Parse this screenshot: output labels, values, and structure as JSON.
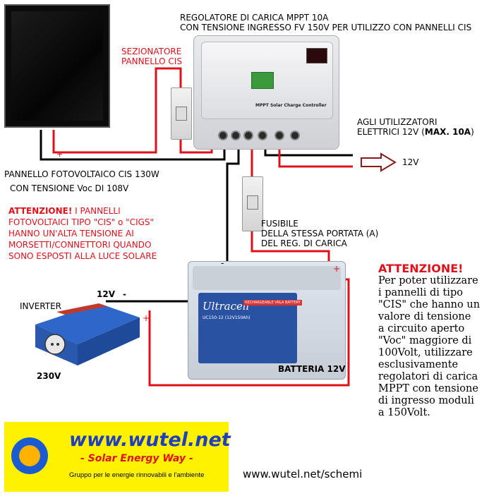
{
  "labels": {
    "controller_title_1": "REGOLATORE DI CARICA MPPT 10A",
    "controller_title_2": "CON TENSIONE INGRESSO FV 150V PER UTILIZZO CON PANNELLI CIS",
    "sezionatore_1": "SEZIONATORE",
    "sezionatore_2": "PANNELLO CIS",
    "utilizzatori_1": "AGLI UTILIZZATORI",
    "utilizzatori_2_pre": "ELETTRICI 12V (",
    "utilizzatori_2_bold": "MAX. 10A",
    "utilizzatori_2_post": ")",
    "out_voltage": "12V",
    "panel_1": "PANNELLO FOTOVOLTAICO CIS 130W",
    "panel_2": "CON TENSIONE Voc DI 108V",
    "fusibile_1": "FUSIBILE",
    "fusibile_2": "DELLA STESSA PORTATA (A)",
    "fusibile_3": "DEL REG. DI CARICA",
    "inverter": "INVERTER",
    "inverter_out": "230V",
    "inverter_in": "12V",
    "battery": "BATTERIA 12V",
    "plus": "+",
    "minus": "-"
  },
  "warning_left": {
    "title": "ATTENZIONE!",
    "line1_rest": " I PANNELLI",
    "line2": "FOTOVOLTAICI TIPO \"CIS\" o \"CIGS\"",
    "line3": "HANNO UN'ALTA TENSIONE AI",
    "line4": "MORSETTI/CONNETTORI QUANDO",
    "line5": "SONO ESPOSTI ALLA LUCE SOLARE"
  },
  "warning_right": {
    "title": "ATTENZIONE!",
    "lines": [
      "Per poter utilizzare",
      "i pannelli di tipo",
      "\"CIS\" che hanno un",
      "valore di tensione",
      "a circuito aperto",
      "\"Voc\" maggiore di",
      "100Volt, utilizzare",
      "esclusivamente",
      "regolatori di carica",
      "MPPT con tensione",
      "di ingresso moduli",
      "a 150Volt."
    ]
  },
  "device_text": {
    "controller_label": "MPPT Solar Charge Controller",
    "battery_brand": "Ultracell",
    "battery_model": "UC150-12 (12V150Ah)",
    "battery_tag": "RECHARGEABLE VRLA BATTERY"
  },
  "logo": {
    "site": "www.wutel.net",
    "slogan": "- Solar Energy Way -",
    "desc": "Gruppo per le energie rinnovabili e l'ambiente"
  },
  "footer_url": "www.wutel.net/schemi",
  "colors": {
    "warning_red": "#e0101a",
    "wire_red": "#e0101a",
    "wire_black": "#000000",
    "logo_bg": "#fff200",
    "logo_blue": "#1f3fbf"
  }
}
